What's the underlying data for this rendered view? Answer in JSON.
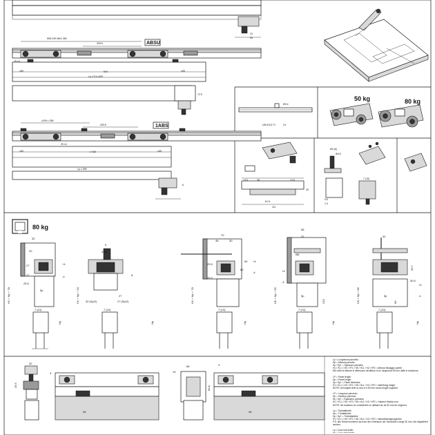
{
  "top_left": {
    "absu_label": "ABSU",
    "abs_label": "1ABS",
    "dim_min_max": "MIN 200 MAX 350",
    "dim_333": "333.5",
    "dim_25_4": "25 ±4",
    "dim_ge65_left": "≥65",
    "dim_ge65_right": "≥65",
    "dim_544": "544",
    "dim_lp_714_822": "Lp ≥714 ≤822",
    "dim_72": "72.5",
    "dim_ge209": "≥209 ≤ 359",
    "dim_333b": "333.5",
    "dim_25_4b": "25 ±4",
    "dim_ge65_b1": "≥65",
    "dim_ge65_b2": "≥65",
    "dim_418": "≥ 418",
    "dim_lp_599": "Lp ≥ 599",
    "dim_24": "24",
    "dim_65": "65",
    "dim_6": "6"
  },
  "top_right": {
    "rail_code": "UM 6113 T1",
    "rail_dim": "Ø3.4",
    "rail_dim2": "24",
    "w50": "50 kg",
    "w80": "80 kg",
    "dims_center": [
      "13.5",
      "38",
      "13.5",
      "61.5",
      "111",
      "29"
    ],
    "dims_right": [
      "Ø4 (6)",
      "7 (10)",
      "Ø4.5",
      "5.5",
      "1.4"
    ]
  },
  "middle": {
    "weight_label": "80 kg",
    "dims_a": [
      "32",
      "20",
      "27",
      "27",
      "5p",
      "7 (10)",
      "H1 + Hp + 78",
      "25.5",
      "Hp"
    ],
    "dims_b": [
      "43.2",
      "5",
      "8",
      "H1 + Hp + 53",
      "32 (Sp/2)",
      "27",
      "27 (Sp/2)",
      "7 (10)",
      "Hp"
    ],
    "dims_c": [
      "70",
      "46",
      "30",
      "60",
      "60",
      "H1 + Hp + 78",
      "29.5",
      "25.5",
      "7 (10)",
      "Hp"
    ],
    "dims_d": [
      "58",
      "32",
      "Ø8",
      "H5 + Hp + 65",
      "210",
      "7 (10)",
      "5p",
      "Hp"
    ],
    "dims_e": [
      "32",
      "30.7",
      "30.5",
      "H3 + Hp + 85",
      "60",
      "7 (10)",
      "Hp",
      "5p"
    ],
    "pm_plus": "+4",
    "pm_minus": "-4"
  },
  "bottom": {
    "dims_left": [
      "32",
      "3",
      "29.5",
      "95"
    ],
    "dims_mid": [
      "10",
      "66",
      "60.8",
      "3"
    ],
    "dims_right": [
      "95"
    ],
    "legend": [
      "Lp = Lunghezza pannello",
      "Hp = Altezza pannello",
      "Sp / Sp+ = Spessore pannello",
      "H1 / H1.1 / H3 / HT1 / H5 / HL1 / H2 / HF2 = Altezza fissaggio parete",
      "NB: tutte le altezze si riferiscono all'utilizzo di un lunghezza 50 mm dalle in dotazione.",
      "",
      "LP = Panel length",
      "Hp = Panel height",
      "Sp / Sp+ = Panel thickness",
      "H1 / H1.1 / H3 / HT1 / H5 / HL1 / H2 / HF2 = Wall fixing height",
      "NOTE: All heights refer to use of a 50 mm screw length supplied.",
      "",
      "LP = Longueur panneau",
      "Hp = Hauteur panneau",
      "Sp / Sp+ = Épaisseur panneau",
      "H1 / H1.1 / H3 / HT1 / H5 / HL1 / H2 / HF2 = Hauteur fixation mur",
      "NOTE: les hauteurs se considèrent en utilisant vis de 50 mm de longueur.",
      "",
      "Lp = Türblattbreite",
      "Hp = Türblatthöhe",
      "Sp / Sp+ = Türblattstärke",
      "H1 / H1.1 / H3 / HT1 / H5 / HL1 / H2 / HF2 = Wandbefestigungshöhe",
      "P.S. alle Höhen beziehen sich auf den Gebrauch der Schrauben Länge 30 mm, die mitgeliefert wurden.",
      "",
      "Lp = Door leaf width",
      "Hp = Door leaf height"
    ]
  }
}
